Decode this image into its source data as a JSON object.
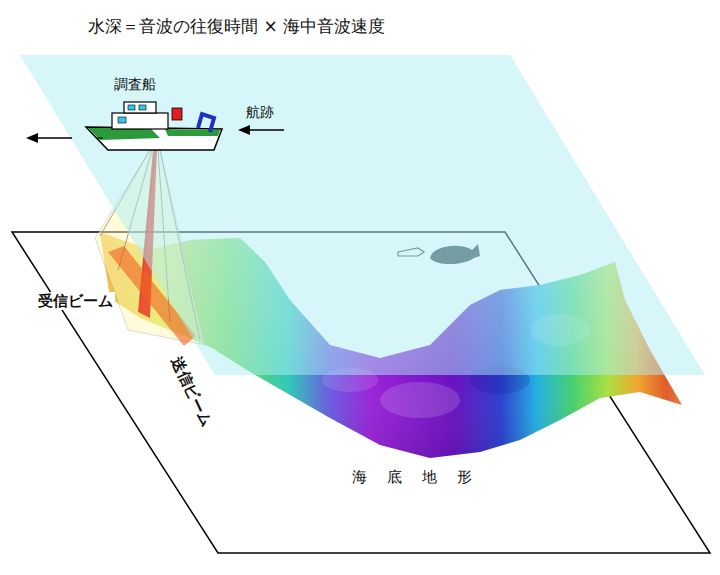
{
  "diagram": {
    "title": "水深＝音波の往復時間 × 海中音波速度",
    "labels": [
      "調査船",
      "航跡",
      "受信ビーム",
      "送信ビーム",
      "海底地形"
    ]
  }
}
